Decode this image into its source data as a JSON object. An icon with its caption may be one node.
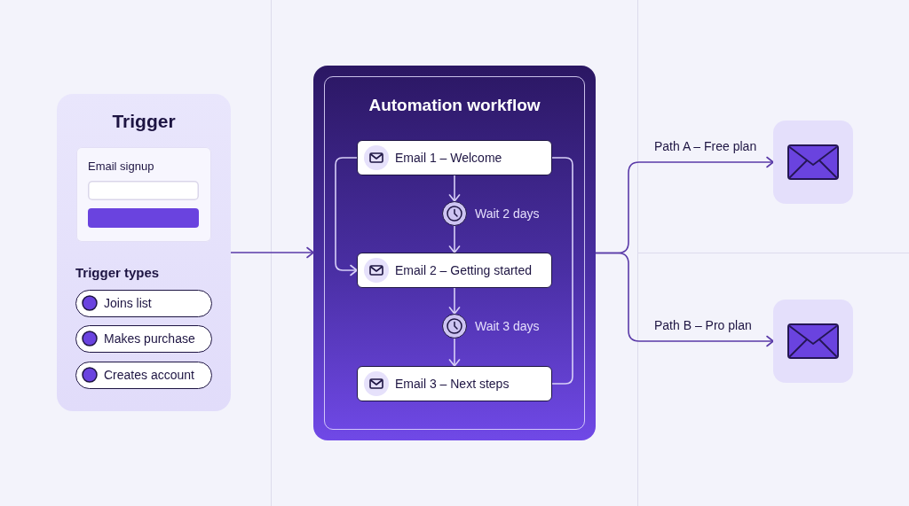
{
  "diagram": {
    "nodes": [
      {
        "text": [
          "Trigger",
          "Trigger types"
        ]
      },
      {
        "text": [
          "Email signup"
        ],
        "in": 0
      },
      {
        "text": [],
        "shape": "box",
        "in": 1
      },
      {
        "text": [],
        "shape": "box",
        "in": 1
      },
      {
        "text": [
          "Joins list"
        ],
        "in": 0
      },
      {
        "text": [
          "Makes purchase"
        ],
        "in": 0
      },
      {
        "text": [
          "Creates account"
        ],
        "in": 0
      },
      {
        "text": [
          "Automation workflow"
        ]
      },
      {
        "text": [
          "Email 1 – Welcome"
        ],
        "in": 7
      },
      {
        "text": [],
        "shape": "circle",
        "beside": [
          "Wait 2 days"
        ],
        "in": 7
      },
      {
        "text": [
          "Email 2 – Getting started"
        ],
        "in": 7
      },
      {
        "text": [],
        "shape": "circle",
        "beside": [
          "Wait 3 days"
        ],
        "in": 7
      },
      {
        "text": [
          "Email 3 – Next steps"
        ],
        "in": 7
      },
      {
        "text": [],
        "shape": "box"
      },
      {
        "text": [],
        "shape": "box"
      }
    ],
    "edges": [
      {
        "from": 0,
        "to": 7,
        "arrow": "to",
        "color": "#5a3aa8"
      },
      {
        "from": 8,
        "to": 9,
        "arrow": "to"
      },
      {
        "from": 9,
        "to": 10,
        "arrow": "to"
      },
      {
        "from": 8,
        "to": 10,
        "arrow": "to"
      },
      {
        "from": 8,
        "to": 12,
        "arrow": "none"
      },
      {
        "from": 10,
        "to": 11,
        "arrow": "to"
      },
      {
        "from": 11,
        "to": 12,
        "arrow": "to"
      },
      {
        "from": 7,
        "to": 13,
        "arrow": "to",
        "label": "Path A – Free plan",
        "color": "#5a3aa8"
      },
      {
        "from": 7,
        "to": 14,
        "arrow": "to",
        "label": "Path B – Pro plan",
        "color": "#5a3aa8"
      }
    ]
  }
}
